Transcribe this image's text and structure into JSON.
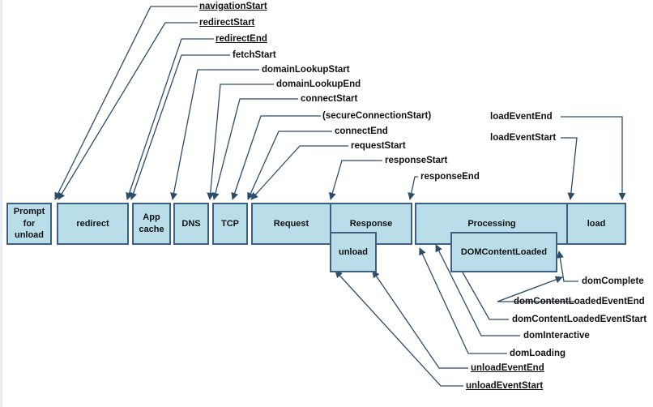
{
  "colors": {
    "box_fill": "#b9dde9",
    "box_border": "#3f6080",
    "arrow": "#2c4c6c"
  },
  "phases": {
    "prompt": "Prompt\nfor\nunload",
    "redirect": "redirect",
    "appcache": "App\ncache",
    "dns": "DNS",
    "tcp": "TCP",
    "request": "Request",
    "response": "Response",
    "processing": "Processing",
    "load": "load",
    "unload": "unload",
    "domcontentloaded": "DOMContentLoaded"
  },
  "events": {
    "navigationStart": "navigationStart",
    "redirectStart": "redirectStart",
    "redirectEnd": "redirectEnd",
    "fetchStart": "fetchStart",
    "domainLookupStart": "domainLookupStart",
    "domainLookupEnd": "domainLookupEnd",
    "connectStart": "connectStart",
    "secureConnectionStart": "(secureConnectionStart)",
    "connectEnd": "connectEnd",
    "requestStart": "requestStart",
    "responseStart": "responseStart",
    "responseEnd": "responseEnd",
    "loadEventEnd": "loadEventEnd",
    "loadEventStart": "loadEventStart",
    "domComplete": "domComplete",
    "domContentLoadedEventEnd": "domContentLoadedEventEnd",
    "domContentLoadedEventStart": "domContentLoadedEventStart",
    "domInteractive": "domInteractive",
    "domLoading": "domLoading",
    "unloadEventEnd": "unloadEventEnd",
    "unloadEventStart": "unloadEventStart"
  }
}
